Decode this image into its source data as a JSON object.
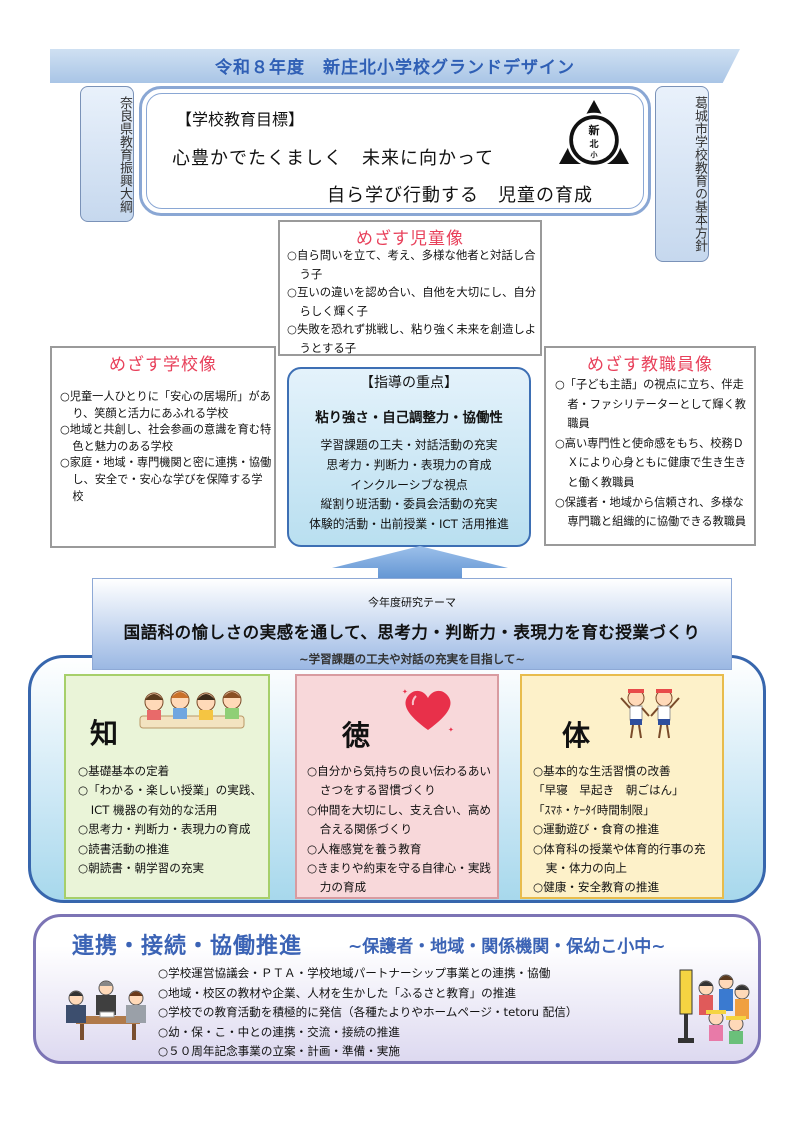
{
  "header": {
    "title": "令和８年度　新庄北小学校グランドデザイン"
  },
  "side_tags": {
    "prefecture": "奈良県教育振興大綱",
    "city": "葛城市学校教育の基本方針"
  },
  "goal": {
    "heading": "【学校教育目標】",
    "line1": "心豊かでたくましく　未来に向かって",
    "line2": "自ら学び行動する　児童の育成"
  },
  "emblem": {
    "icon": "school-emblem-icon",
    "text_line1": "新",
    "text_line2": "北",
    "text_line3": "小"
  },
  "ideal_child": {
    "title": "めざす児童像",
    "items": [
      "○自ら問いを立て、考え、多様な他者と対話し合う子",
      "○互いの違いを認め合い、自他を大切にし、自分らしく輝く子",
      "○失敗を恐れず挑戦し、粘り強く未来を創造しようとする子"
    ]
  },
  "ideal_school": {
    "title": "めざす学校像",
    "items": [
      "○児童一人ひとりに「安心の居場所」があり、笑顔と活力にあふれる学校",
      "○地域と共創し、社会参画の意識を育む特色と魅力のある学校",
      "○家庭・地域・専門機関と密に連携・協働し、安全で・安心な学びを保障する学校"
    ]
  },
  "ideal_staff": {
    "title": "めざす教職員像",
    "items": [
      "○「子ども主語」の視点に立ち、伴走者・ファシリテーターとして輝く教職員",
      "○高い専門性と使命感をもち、校務ＤＸにより心身ともに健康で生き生きと働く教職員",
      "○保護者・地域から信頼され、多様な専門職と組織的に協働できる教職員"
    ]
  },
  "guidance": {
    "title": "【指導の重点】",
    "subtitle": "粘り強さ・自己調整力・協働性",
    "items": [
      "学習課題の工夫・対話活動の充実",
      "思考力・判断力・表現力の育成",
      "インクルーシブな視点",
      "縦割り班活動・委員会活動の充実",
      "体験的活動・出前授業・ICT 活用推進"
    ]
  },
  "research_theme": {
    "label": "今年度研究テーマ",
    "main": "国語科の愉しさの実感を通して、思考力・判断力・表現力を育む授業づくり",
    "sub": "~学習課題の工夫や対話の充実を目指して~"
  },
  "pillars": {
    "chi": {
      "char": "知",
      "icon": "children-studying-icon",
      "items": [
        "○基礎基本の定着",
        "○「わかる・楽しい授業」の実践、ICT 機器の有効的な活用",
        "○思考力・判断力・表現力の育成",
        "○読書活動の推進",
        "○朝読書・朝学習の充実"
      ]
    },
    "toku": {
      "char": "徳",
      "icon": "heart-icon",
      "items": [
        "○自分から気持ちの良い伝わるあいさつをする習慣づくり",
        "○仲間を大切にし、支え合い、高め合える関係づくり",
        "○人権感覚を養う教育",
        "○きまりや約束を守る自律心・実践力の育成"
      ]
    },
    "tai": {
      "char": "体",
      "icon": "children-exercising-icon",
      "items": [
        "○基本的な生活習慣の改善",
        "「早寝　早起き　朝ごはん」",
        "「ｽﾏﾎ・ｹｰﾀｲ時間制限」",
        "○運動遊び・食育の推進",
        "○体育科の授業や体育的行事の充実・体力の向上",
        "○健康・安全教育の推進"
      ]
    }
  },
  "collaboration": {
    "title": "連携・接続・協働推進",
    "subtitle": "~保護者・地域・関係機関・保幼こ小中~",
    "items": [
      "○学校運営協議会・ＰＴＡ・学校地域パートナーシップ事業との連携・協働",
      "○地域・校区の教材や企業、人材を生かした「ふるさと教育」の推進",
      "○学校での教育活動を積極的に発信（各種たよりやホームページ・tetoru 配信）",
      "○幼・保・こ・中との連携・交流・接続の推進",
      "○５０周年記念事業の立案・計画・準備・実施"
    ],
    "left_icon": "meeting-people-icon",
    "right_icon": "crossing-guard-children-icon"
  },
  "colors": {
    "title_blue": "#2f5fb5",
    "aim_red": "#e8415b",
    "container_border": "#3766ad",
    "collab_border": "#7c74b5",
    "chi_green": "#eaf4d8",
    "toku_pink": "#f8d8da",
    "tai_yellow": "#fdf1c9"
  }
}
